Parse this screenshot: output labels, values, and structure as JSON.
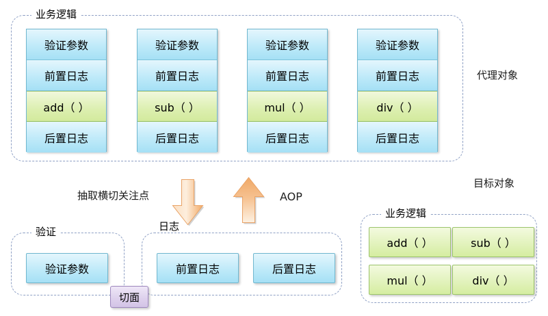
{
  "diagram": {
    "title_concept": "AOP",
    "colors": {
      "blue_fill": "#bfeaf9",
      "blue_border": "#6fb7cf",
      "green_fill": "#dcefb0",
      "green_border": "#9cc46b",
      "purple_fill": "#ddd0ec",
      "purple_border": "#9d87bd",
      "arrow_fill": "#f6c08a",
      "dashed_border": "#8d9fc4"
    }
  },
  "proxy_section": {
    "group_label": "业务逻辑",
    "side_label": "代理对象",
    "columns": [
      {
        "name": "add-column",
        "cells": [
          {
            "text": "验证参数",
            "style": "blue"
          },
          {
            "text": "前置日志",
            "style": "blue"
          },
          {
            "text": "add（ ）",
            "style": "green"
          },
          {
            "text": "后置日志",
            "style": "blue"
          }
        ]
      },
      {
        "name": "sub-column",
        "cells": [
          {
            "text": "验证参数",
            "style": "blue"
          },
          {
            "text": "前置日志",
            "style": "blue"
          },
          {
            "text": "sub（ ）",
            "style": "green"
          },
          {
            "text": "后置日志",
            "style": "blue"
          }
        ]
      },
      {
        "name": "mul-column",
        "cells": [
          {
            "text": "验证参数",
            "style": "blue"
          },
          {
            "text": "前置日志",
            "style": "blue"
          },
          {
            "text": "mul（ ）",
            "style": "green"
          },
          {
            "text": "后置日志",
            "style": "blue"
          }
        ]
      },
      {
        "name": "div-column",
        "cells": [
          {
            "text": "验证参数",
            "style": "blue"
          },
          {
            "text": "前置日志",
            "style": "blue"
          },
          {
            "text": "div（ ）",
            "style": "green"
          },
          {
            "text": "后置日志",
            "style": "blue"
          }
        ]
      }
    ]
  },
  "middle": {
    "extract_label": "抽取横切关注点",
    "aop_label": "AOP",
    "down_arrow": "down-arrow",
    "up_arrow": "up-arrow"
  },
  "aspect_section": {
    "validate_group_label": "验证",
    "log_group_label": "日志",
    "aspect_badge": "切面",
    "validate_items": [
      {
        "text": "验证参数"
      }
    ],
    "log_items": [
      {
        "text": "前置日志"
      },
      {
        "text": "后置日志"
      }
    ]
  },
  "target_section": {
    "side_label": "目标对象",
    "group_label": "业务逻辑",
    "methods": [
      {
        "text": "add（ ）"
      },
      {
        "text": "sub（ ）"
      },
      {
        "text": "mul（ ）"
      },
      {
        "text": "div（ ）"
      }
    ]
  }
}
